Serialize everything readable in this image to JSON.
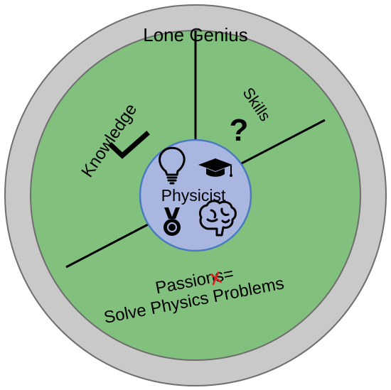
{
  "outer_ring": {
    "label": "Lone Genius",
    "color": "#c9c9c9"
  },
  "segments": {
    "color": "#82c07e",
    "knowledge": {
      "label": "Knowledge",
      "mark": "check-mark"
    },
    "skills": {
      "label": "Skills",
      "mark": "question-mark",
      "mark_text": "?"
    },
    "passion": {
      "line1_prefix": "Passion",
      "struck_letter": "s",
      "line1_suffix": "=",
      "line2": "Solve Physics Problems",
      "strike_color": "#e02020"
    }
  },
  "center": {
    "label": "Physicist",
    "color": "#a9b7e0",
    "border_color": "#4a7ac0",
    "icons": [
      "lightbulb-icon",
      "graduation-cap-icon",
      "medal-icon",
      "brain-icon"
    ]
  }
}
